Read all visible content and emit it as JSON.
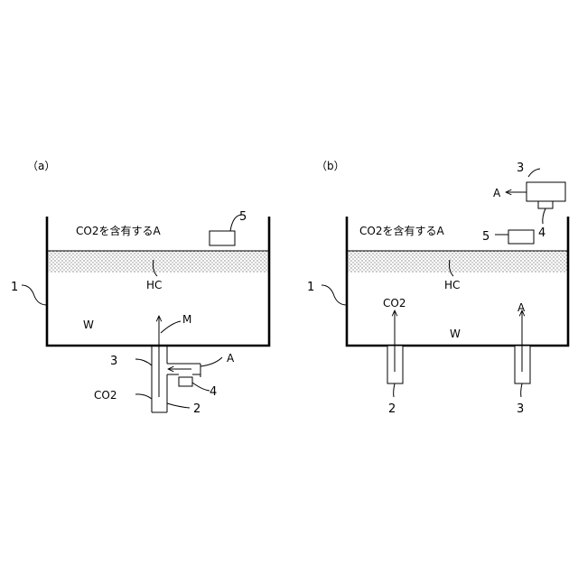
{
  "panel_a": {
    "label": "（a）",
    "gas_text": "CO2を含有するA",
    "hc": "HC",
    "water": "W",
    "flow_m": "M",
    "air": "A",
    "co2": "CO2",
    "ref_1": "1",
    "ref_2": "2",
    "ref_3": "3",
    "ref_4": "4",
    "ref_5": "5"
  },
  "panel_b": {
    "label": "（b）",
    "gas_text": "CO2を含有するA",
    "hc": "HC",
    "water": "W",
    "air": "A",
    "co2": "CO2",
    "outlet_a": "A",
    "ref_1": "1",
    "ref_2": "2",
    "ref_3_top": "3",
    "ref_3_bottom": "3",
    "ref_4": "4",
    "ref_5": "5"
  }
}
